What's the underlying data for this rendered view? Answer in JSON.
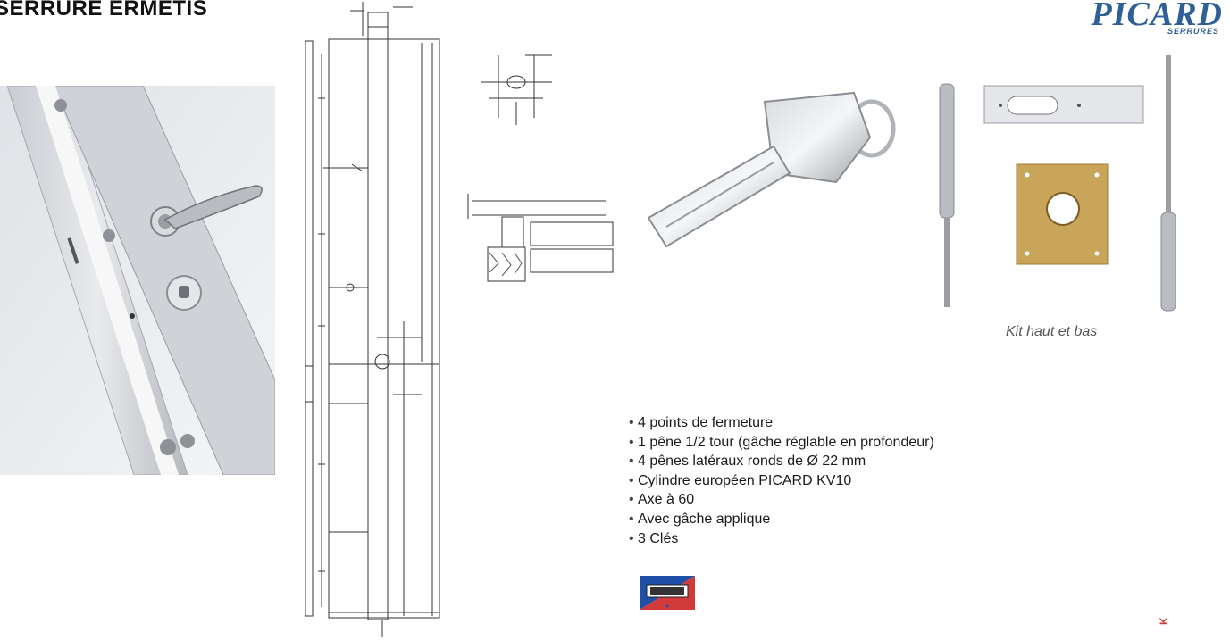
{
  "title": "SERRURE ERMETIS",
  "logo": {
    "brand": "PICARD",
    "sub": "SERRURES"
  },
  "kit_caption": "Kit haut et bas",
  "features": [
    "4 points de fermeture",
    "1 pêne 1/2 tour (gâche réglable en profondeur)",
    "4 pênes latéraux ronds de Ø 22 mm",
    "Cylindre européen PICARD KV10",
    "Axe à 60",
    "Avec gâche applique",
    "3 Clés"
  ],
  "corner_mark": "K",
  "colors": {
    "logo_blue": "#2f5f98",
    "badge_red": "#d23a3a",
    "badge_blue": "#1f4fa6"
  }
}
